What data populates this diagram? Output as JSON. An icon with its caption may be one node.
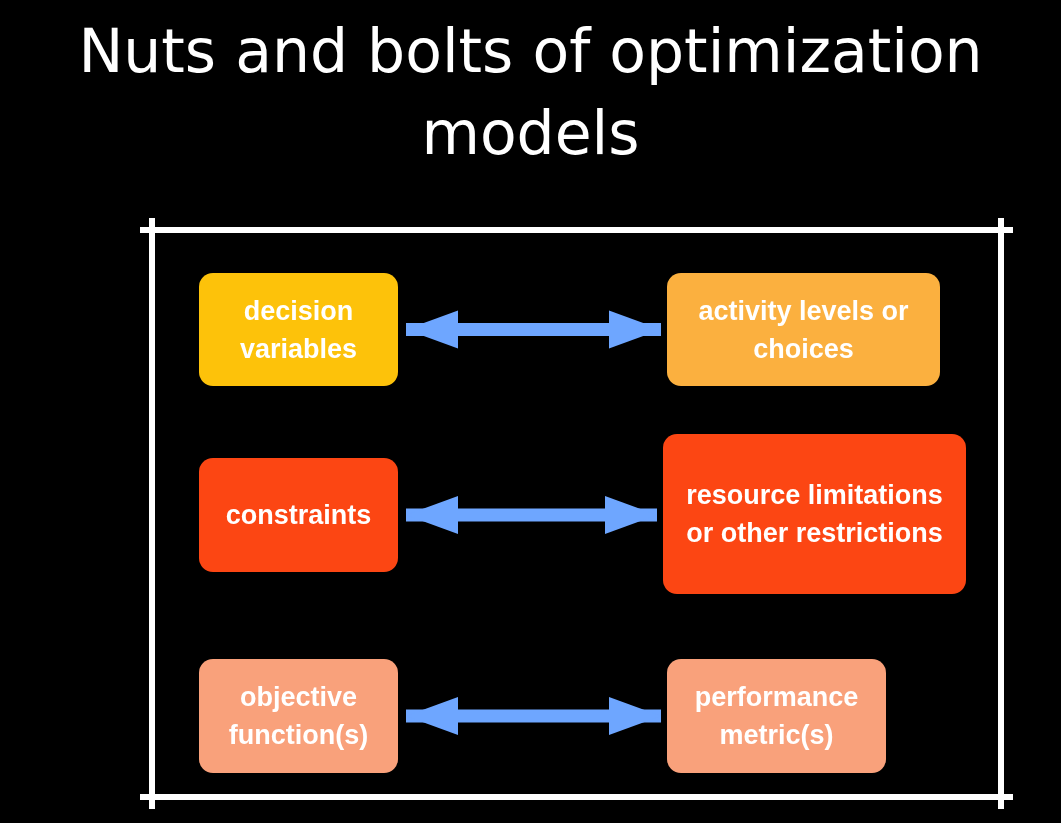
{
  "diagram": {
    "title": "Nuts and bolts of optimization models",
    "nodes": [
      {
        "text": [
          "decision variables"
        ]
      },
      {
        "text": [
          "activity levels or choices"
        ]
      },
      {
        "text": [
          "constraints"
        ]
      },
      {
        "text": [
          "resource limitations or other restrictions"
        ]
      },
      {
        "text": [
          "objective function(s)"
        ]
      },
      {
        "text": [
          "performance metric(s)"
        ]
      }
    ],
    "edges": [
      {
        "from": 0,
        "to": 1,
        "arrow": "both"
      },
      {
        "from": 2,
        "to": 3,
        "arrow": "both"
      },
      {
        "from": 4,
        "to": 5,
        "arrow": "both"
      }
    ]
  }
}
